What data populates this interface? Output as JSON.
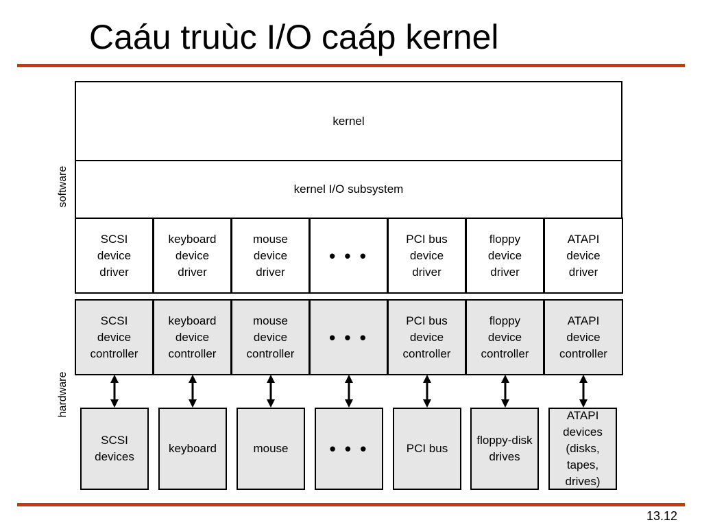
{
  "title": "Caáu truùc I/O caáp kernel",
  "page_number": "13.12",
  "side_labels": {
    "software": "software",
    "hardware": "hardware"
  },
  "kernel": "kernel",
  "kernel_io_subsystem": "kernel I/O subsystem",
  "drivers": [
    "SCSI\ndevice\ndriver",
    "keyboard\ndevice\ndriver",
    "mouse\ndevice\ndriver",
    "• • •",
    "PCI bus\ndevice\ndriver",
    "floppy\ndevice\ndriver",
    "ATAPI\ndevice\ndriver"
  ],
  "controllers": [
    "SCSI\ndevice\ncontroller",
    "keyboard\ndevice\ncontroller",
    "mouse\ndevice\ncontroller",
    "• • •",
    "PCI bus\ndevice\ncontroller",
    "floppy\ndevice\ncontroller",
    "ATAPI\ndevice\ncontroller"
  ],
  "devices": [
    "SCSI\ndevices",
    "keyboard",
    "mouse",
    "• • •",
    "PCI bus",
    "floppy-disk\ndrives",
    "ATAPI\ndevices\n(disks,\ntapes,\ndrives)"
  ],
  "colors": {
    "rule": "#c8380e",
    "hardware_fill": "#e6e6e6",
    "software_fill": "#ffffff"
  }
}
